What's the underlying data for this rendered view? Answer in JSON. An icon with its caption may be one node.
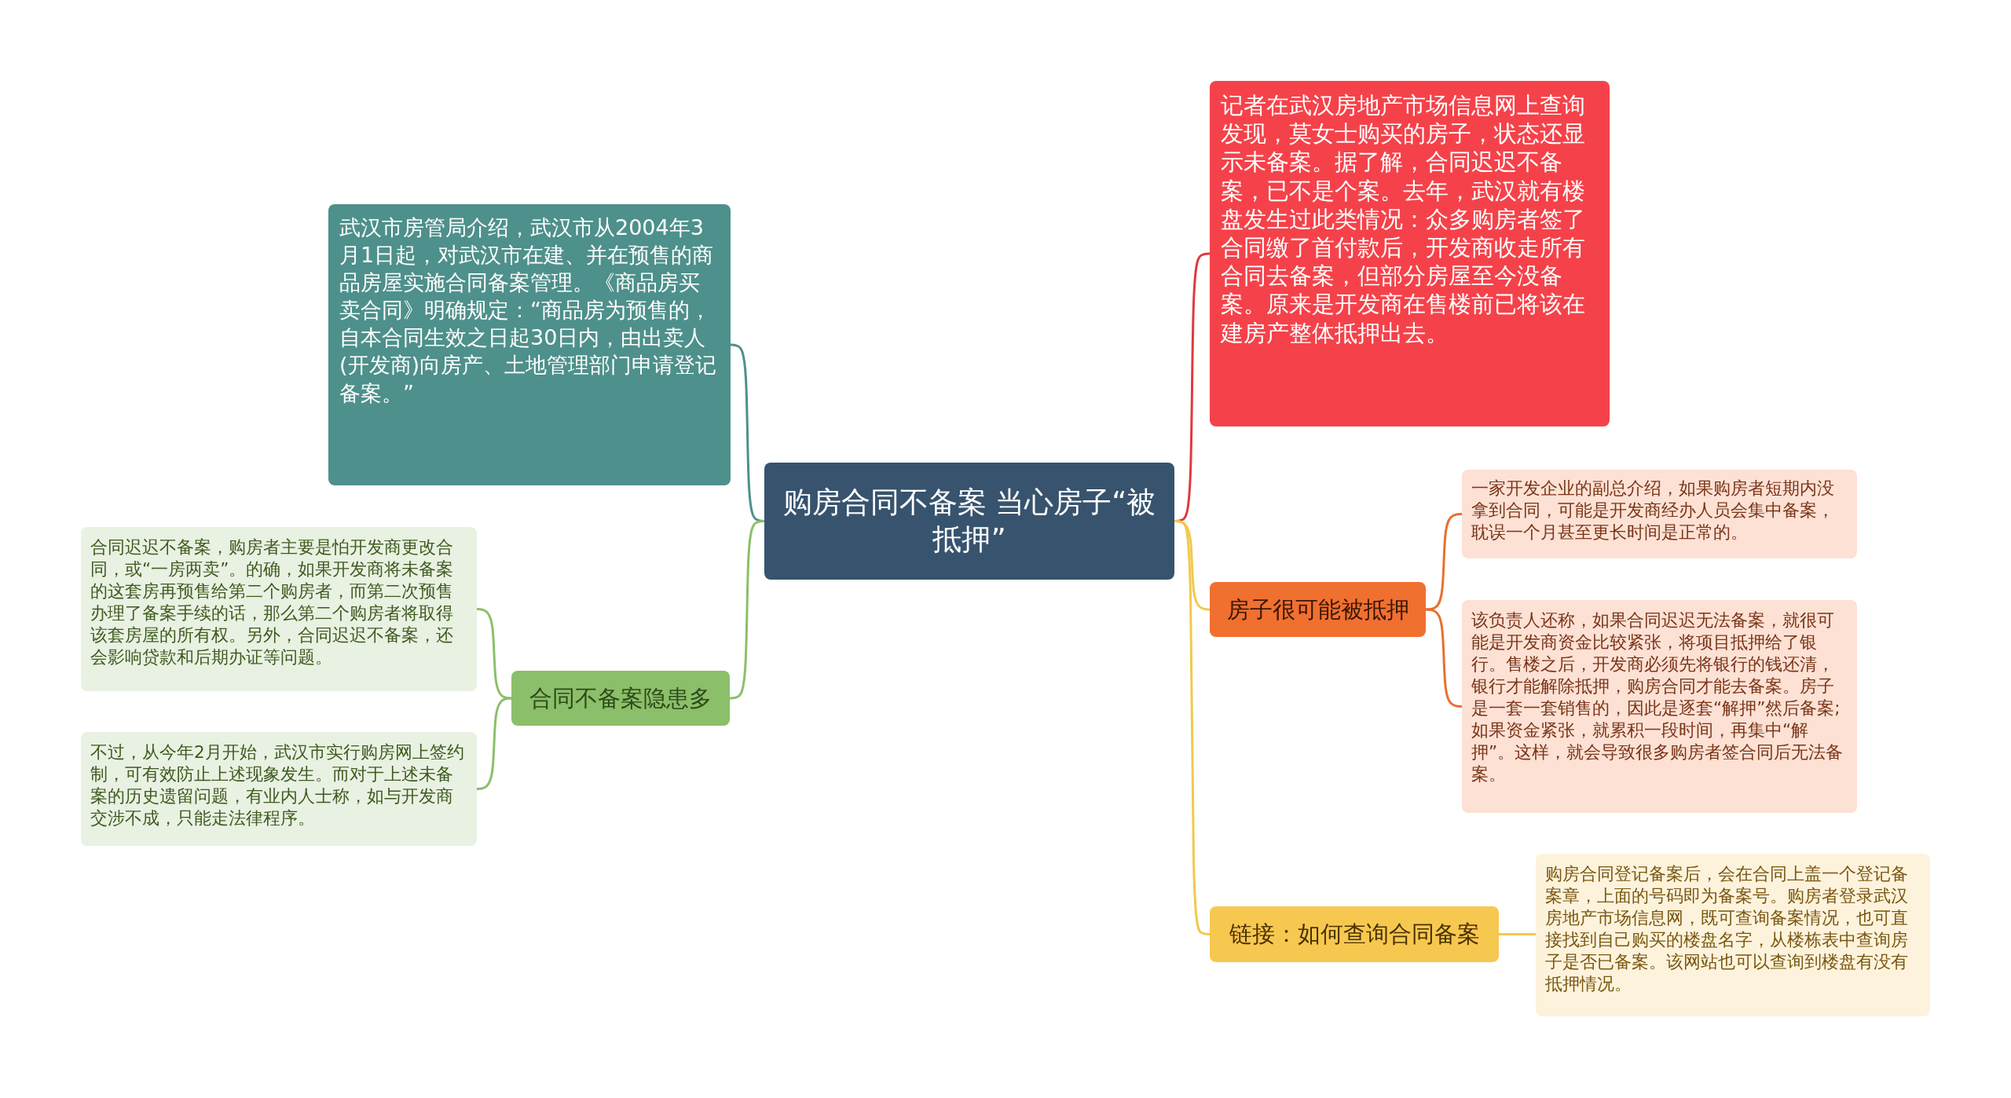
{
  "diagram": {
    "nodes": [
      {
        "text": [
          "购房合同不备案 当心房子“被抵押”"
        ]
      },
      {
        "text": [
          "武汉市房管局介绍，武汉市从2004年3月1日起，对武汉市在建、并在预售的商品房屋实施合同备案管理。《商品房买卖合同》明确规定：“商品房为预售的，自本合同生效之日起30日内，由出卖人(开发商)向房产、土地管理部门申请登记备案。”"
        ]
      },
      {
        "text": [
          "合同不备案隐患多"
        ]
      },
      {
        "text": [
          "合同迟迟不备案，购房者主要是怕开发商更改合同，或“一房两卖”。的确，如果开发商将未备案的这套房再预售给第二个购房者，而第二次预售办理了备案手续的话，那么第二个购房者将取得该套房屋的所有权。另外，合同迟迟不备案，还会影响贷款和后期办证等问题。"
        ]
      },
      {
        "text": [
          "不过，从今年2月开始，武汉市实行购房网上签约制，可有效防止上述现象发生。而对于上述未备案的历史遗留问题，有业内人士称，如与开发商交涉不成，只能走法律程序。"
        ]
      },
      {
        "text": [
          "记者在武汉房地产市场信息网上查询发现，莫女士购买的房子，状态还显示未备案。据了解，合同迟迟不备案，已不是个案。去年，武汉就有楼盘发生过此类情况：众多购房者签了合同缴了首付款后，开发商收走所有合同去备案，但部分房屋至今没备案。原来是开发商在售楼前已将该在建房产整体抵押出去。"
        ]
      },
      {
        "text": [
          "房子很可能被抵押"
        ]
      },
      {
        "text": [
          "一家开发企业的副总介绍，如果购房者短期内没拿到合同，可能是开发商经办人员会集中备案，耽误一个月甚至更长时间是正常的。"
        ]
      },
      {
        "text": [
          "该负责人还称，如果合同迟迟无法备案，就很可能是开发商资金比较紧张，将项目抵押给了银行。售楼之后，开发商必须先将银行的钱还清，银行才能解除抵押，购房合同才能去备案。房子是一套一套销售的，因此是逐套“解押”然后备案;如果资金紧张，就累积一段时间，再集中“解押”。这样，就会导致很多购房者签合同后无法备案。"
        ]
      },
      {
        "text": [
          "链接：如何查询合同备案"
        ]
      },
      {
        "text": [
          "购房合同登记备案后，会在合同上盖一个登记备案章，上面的号码即为备案号。购房者登录武汉房地产市场信息网，既可查询备案情况，也可直接找到自己购买的楼盘名字，从楼栋表中查询房子是否已备案。该网站也可以查询到楼盘有没有抵押情况。"
        ]
      }
    ],
    "edges": [
      {
        "from": 0,
        "to": 1,
        "arrow": "none",
        "color": "#4e908b"
      },
      {
        "from": 0,
        "to": 2,
        "arrow": "none",
        "color": "#8bbf6a"
      },
      {
        "from": 2,
        "to": 3,
        "arrow": "none",
        "color": "#8bbf6a"
      },
      {
        "from": 2,
        "to": 4,
        "arrow": "none",
        "color": "#8bbf6a"
      },
      {
        "from": 0,
        "to": 5,
        "arrow": "none",
        "color": "#e0393f"
      },
      {
        "from": 0,
        "to": 6,
        "arrow": "none",
        "color": "#f2c94c"
      },
      {
        "from": 6,
        "to": 7,
        "arrow": "none",
        "color": "#e8702e"
      },
      {
        "from": 6,
        "to": 8,
        "arrow": "none",
        "color": "#e8702e"
      },
      {
        "from": 0,
        "to": 9,
        "arrow": "none",
        "color": "#f2c94c"
      },
      {
        "from": 9,
        "to": 10,
        "arrow": "none",
        "color": "#f2c94c"
      }
    ]
  }
}
